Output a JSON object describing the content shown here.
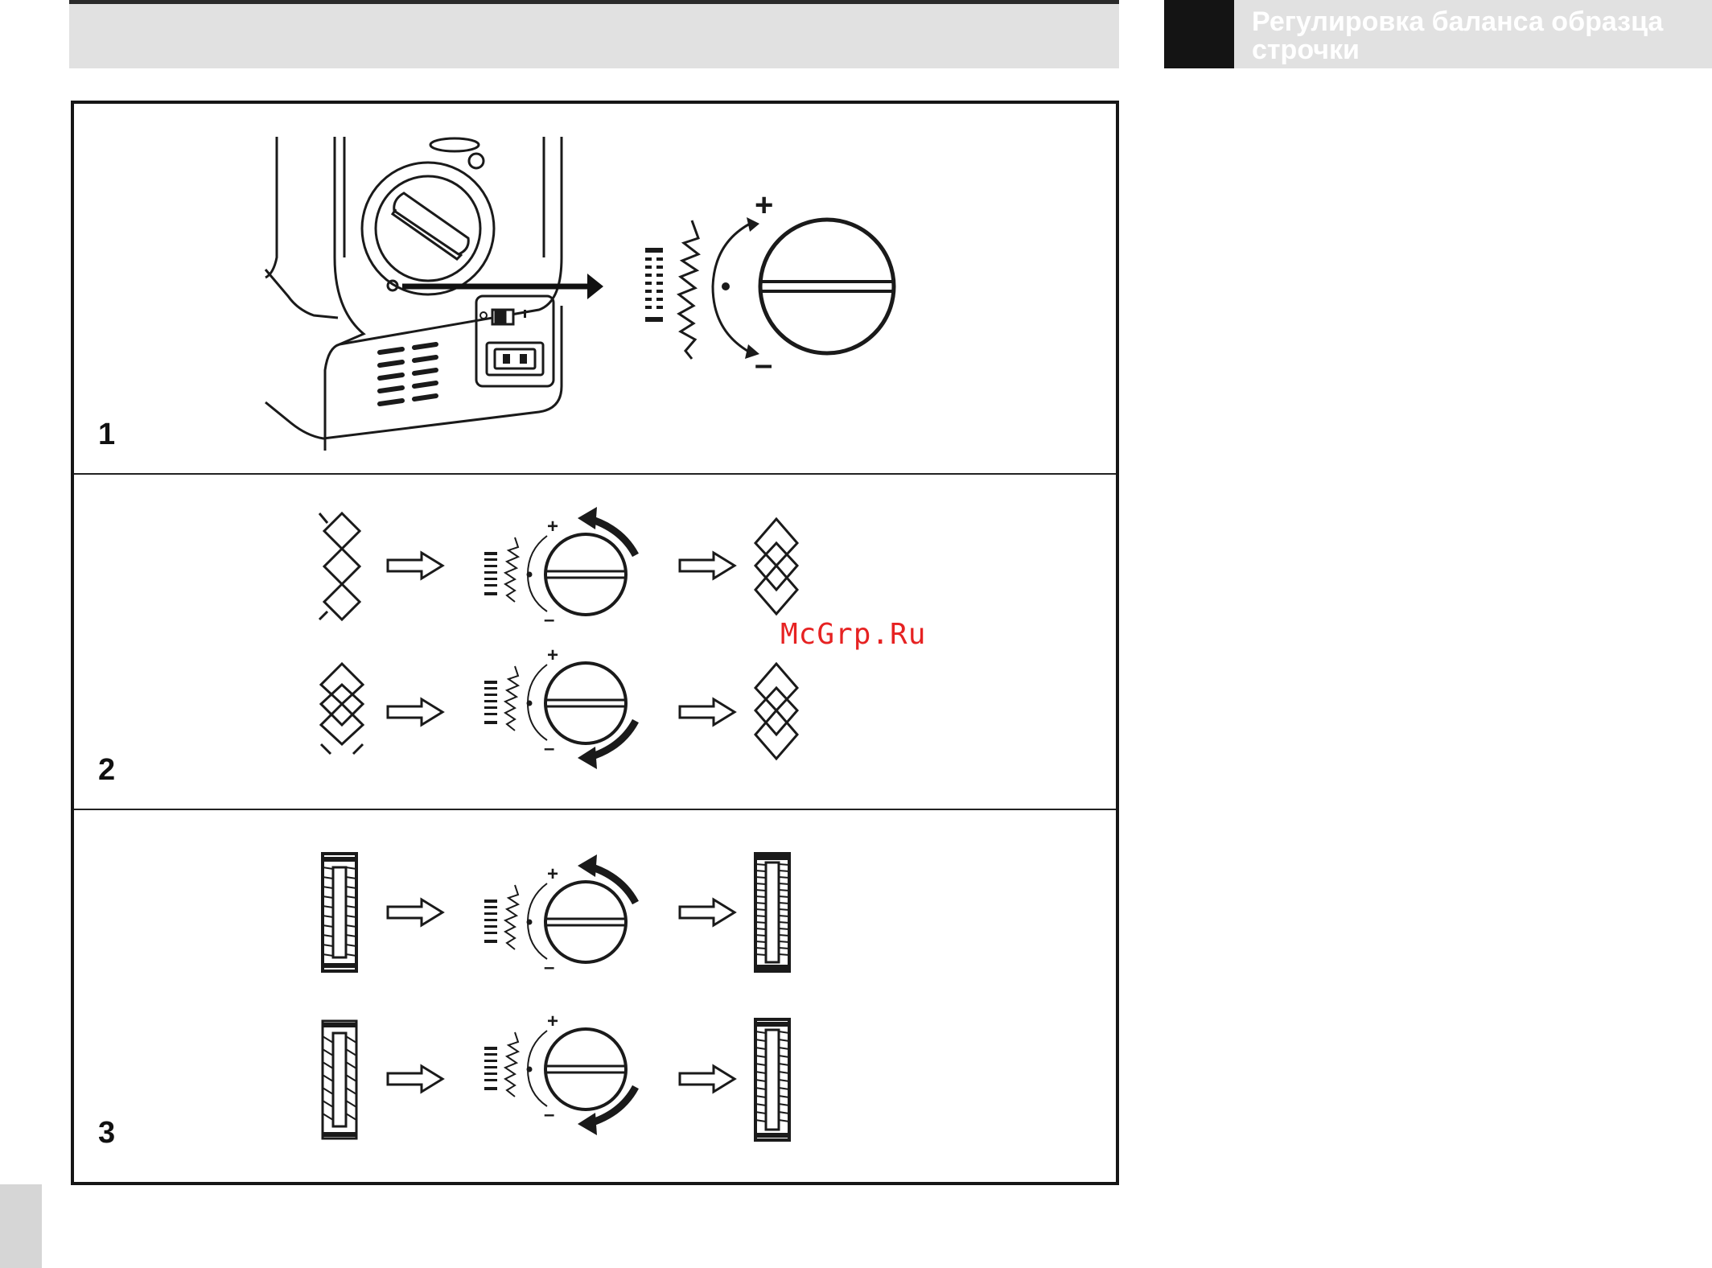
{
  "header": {
    "title": "Регулировка баланса образца строчки"
  },
  "figure": {
    "panels": [
      {
        "number": "1"
      },
      {
        "number": "2"
      },
      {
        "number": "3"
      }
    ],
    "dial_signs": {
      "plus": "+",
      "minus": "–"
    }
  },
  "watermark": "McGrp.Ru",
  "colors": {
    "header_band": "#e1e1e1",
    "title_block_dark": "#141414",
    "title_text": "#ffffff",
    "watermark": "#e62222"
  },
  "icons": [
    "balance-dial-icon",
    "stitch-pattern-icon",
    "outline-arrow-icon",
    "rotation-arrow-icon"
  ]
}
